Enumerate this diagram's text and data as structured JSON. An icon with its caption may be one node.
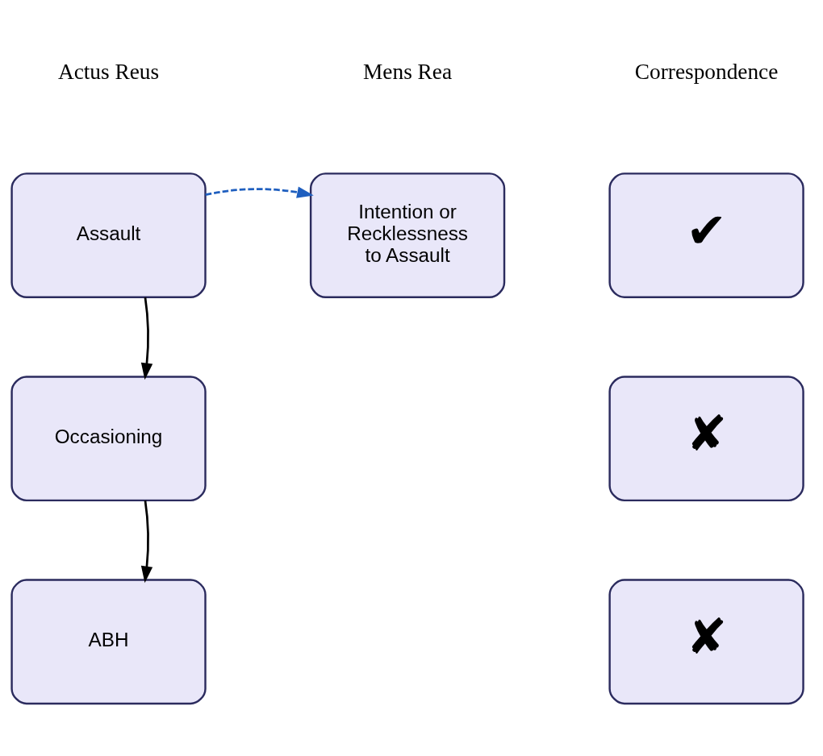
{
  "diagram": {
    "nodes": [
      {
        "text": [
          "Assault"
        ]
      },
      {
        "text": [
          "Intention or Recklessness to Assault"
        ]
      },
      {
        "text": [
          "✔"
        ]
      },
      {
        "text": [
          "Occasioning"
        ]
      },
      {
        "text": [
          "✘"
        ]
      },
      {
        "text": [
          "ABH"
        ]
      },
      {
        "text": [
          "✘"
        ]
      }
    ],
    "edges": [
      {
        "from": 0,
        "to": 1,
        "arrow": "to",
        "style": "dashed",
        "color": "#1f5fbf"
      },
      {
        "from": 0,
        "to": 3,
        "arrow": "to"
      },
      {
        "from": 3,
        "to": 5,
        "arrow": "to"
      }
    ],
    "labels": [
      "Actus Reus",
      "Mens Rea",
      "Correspondence"
    ]
  }
}
